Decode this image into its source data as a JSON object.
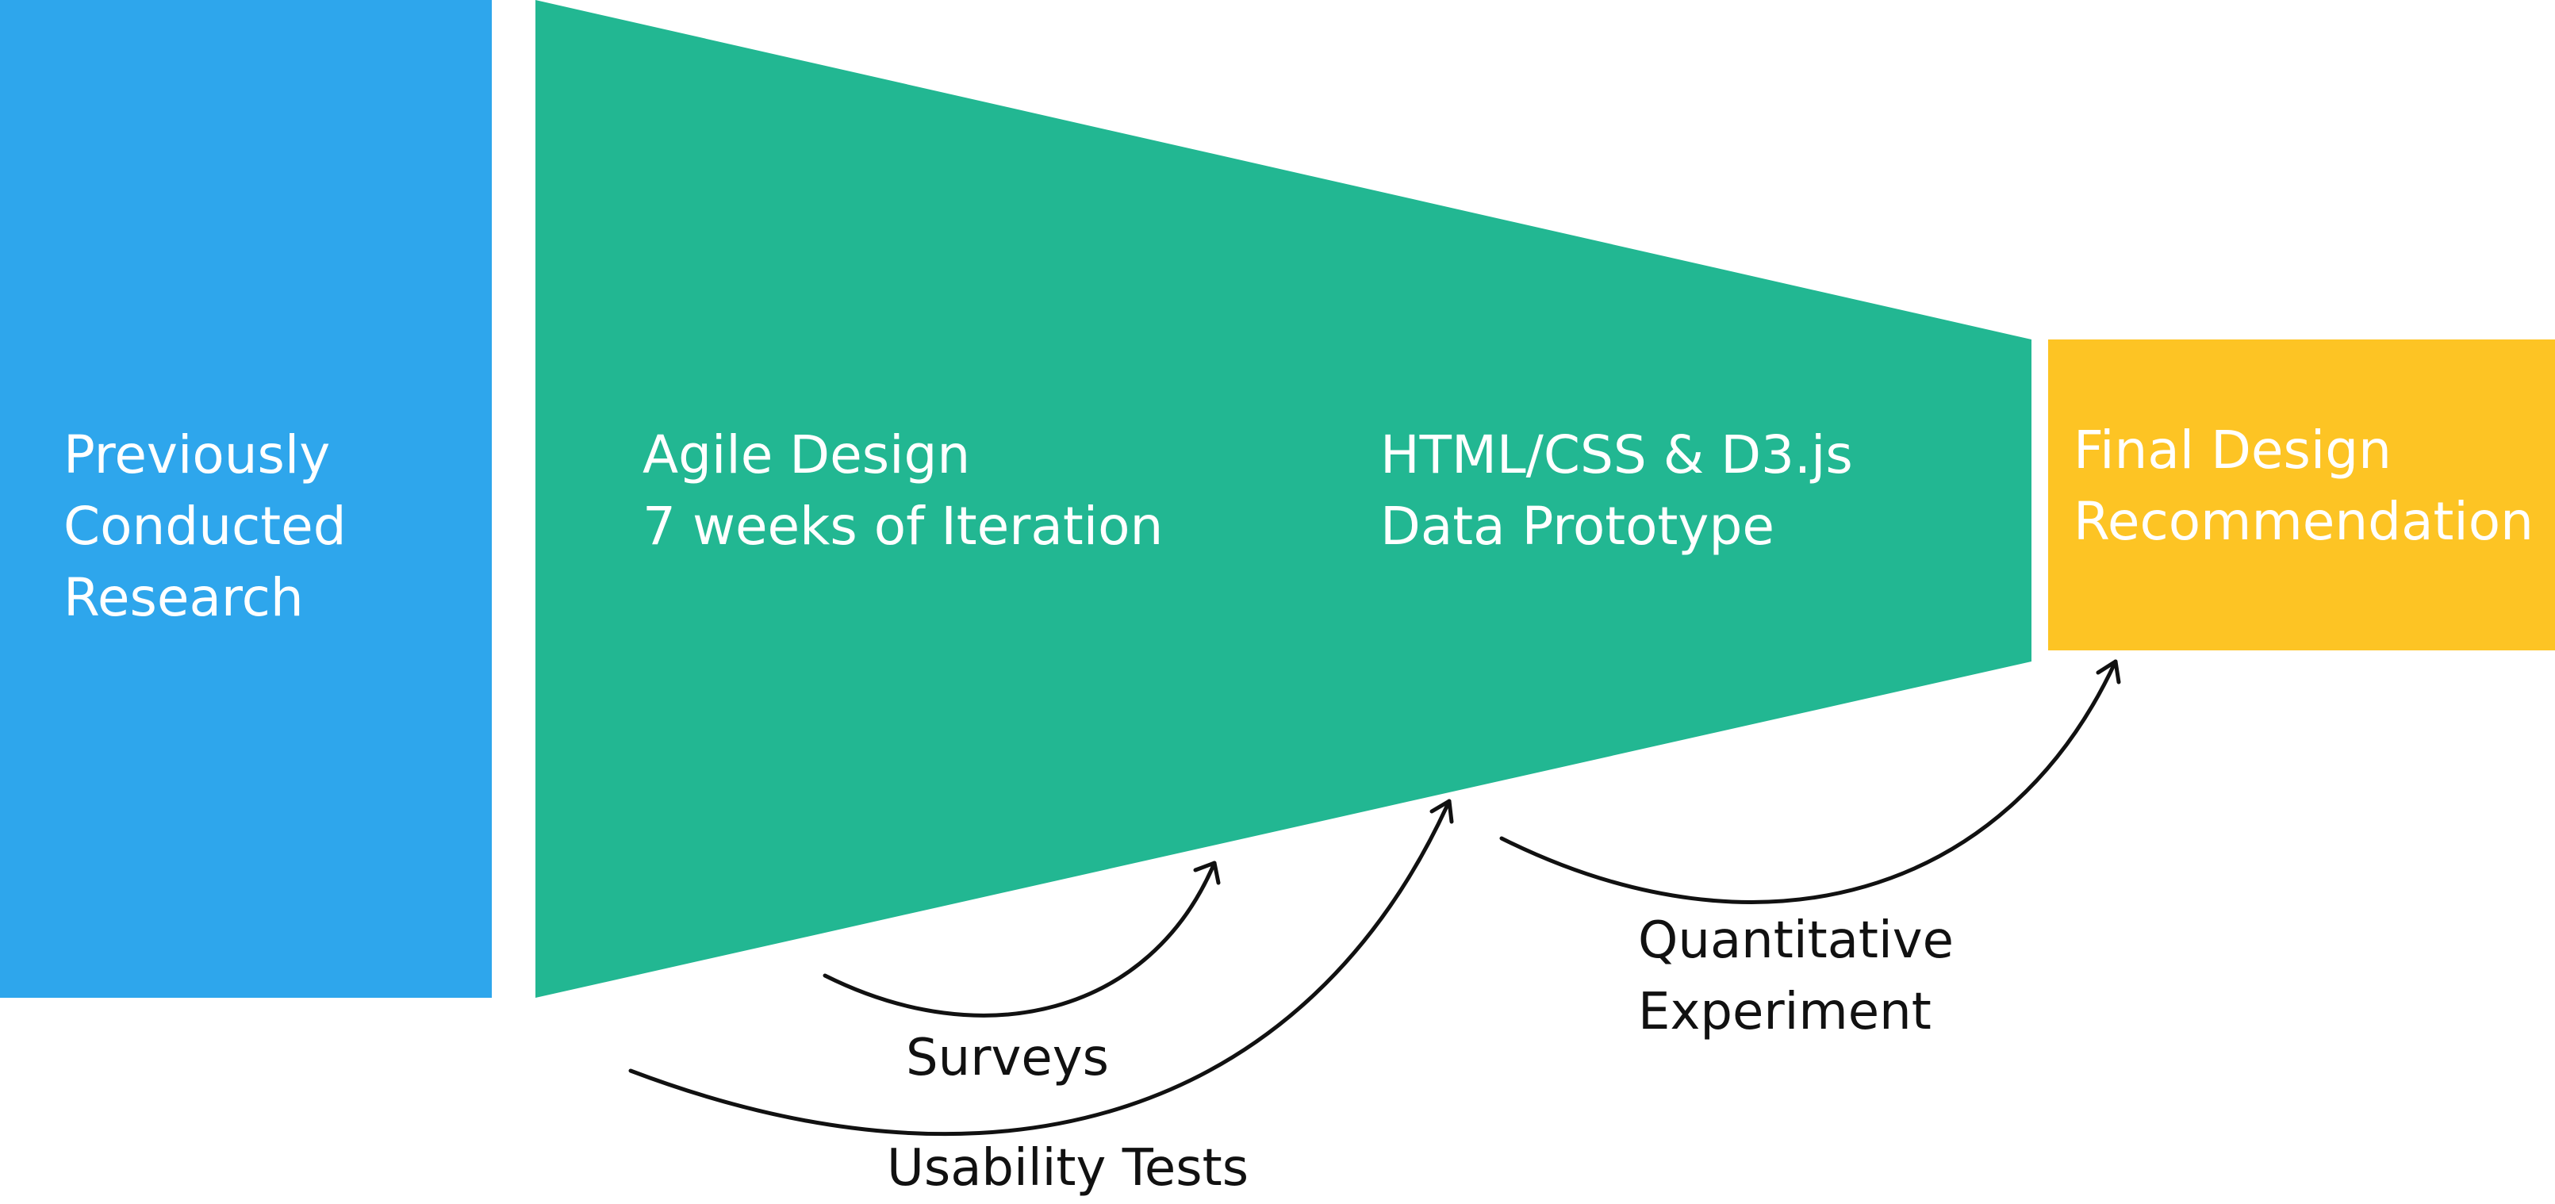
{
  "colors": {
    "research_block": "#2EA6EC",
    "design_funnel": "#22B792",
    "final_block": "#FDC424",
    "block_text": "#FFFFFF",
    "arrow": "#111111"
  },
  "blocks": {
    "research": {
      "lines": [
        "Previously",
        "Conducted",
        "Research"
      ]
    },
    "agile": {
      "lines": [
        "Agile Design",
        "7 weeks of Iteration"
      ]
    },
    "prototype": {
      "lines": [
        "HTML/CSS & D3.js",
        "Data Prototype"
      ]
    },
    "final": {
      "lines": [
        "Final Design",
        "Recommendation"
      ]
    }
  },
  "flows": {
    "surveys": {
      "label": "Surveys",
      "icon": "curved-arrow-icon"
    },
    "usability_tests": {
      "label": "Usability Tests",
      "icon": "curved-arrow-icon"
    },
    "quantitative_experiment": {
      "lines": [
        "Quantitative",
        "Experiment"
      ],
      "icon": "curved-arrow-icon"
    }
  }
}
